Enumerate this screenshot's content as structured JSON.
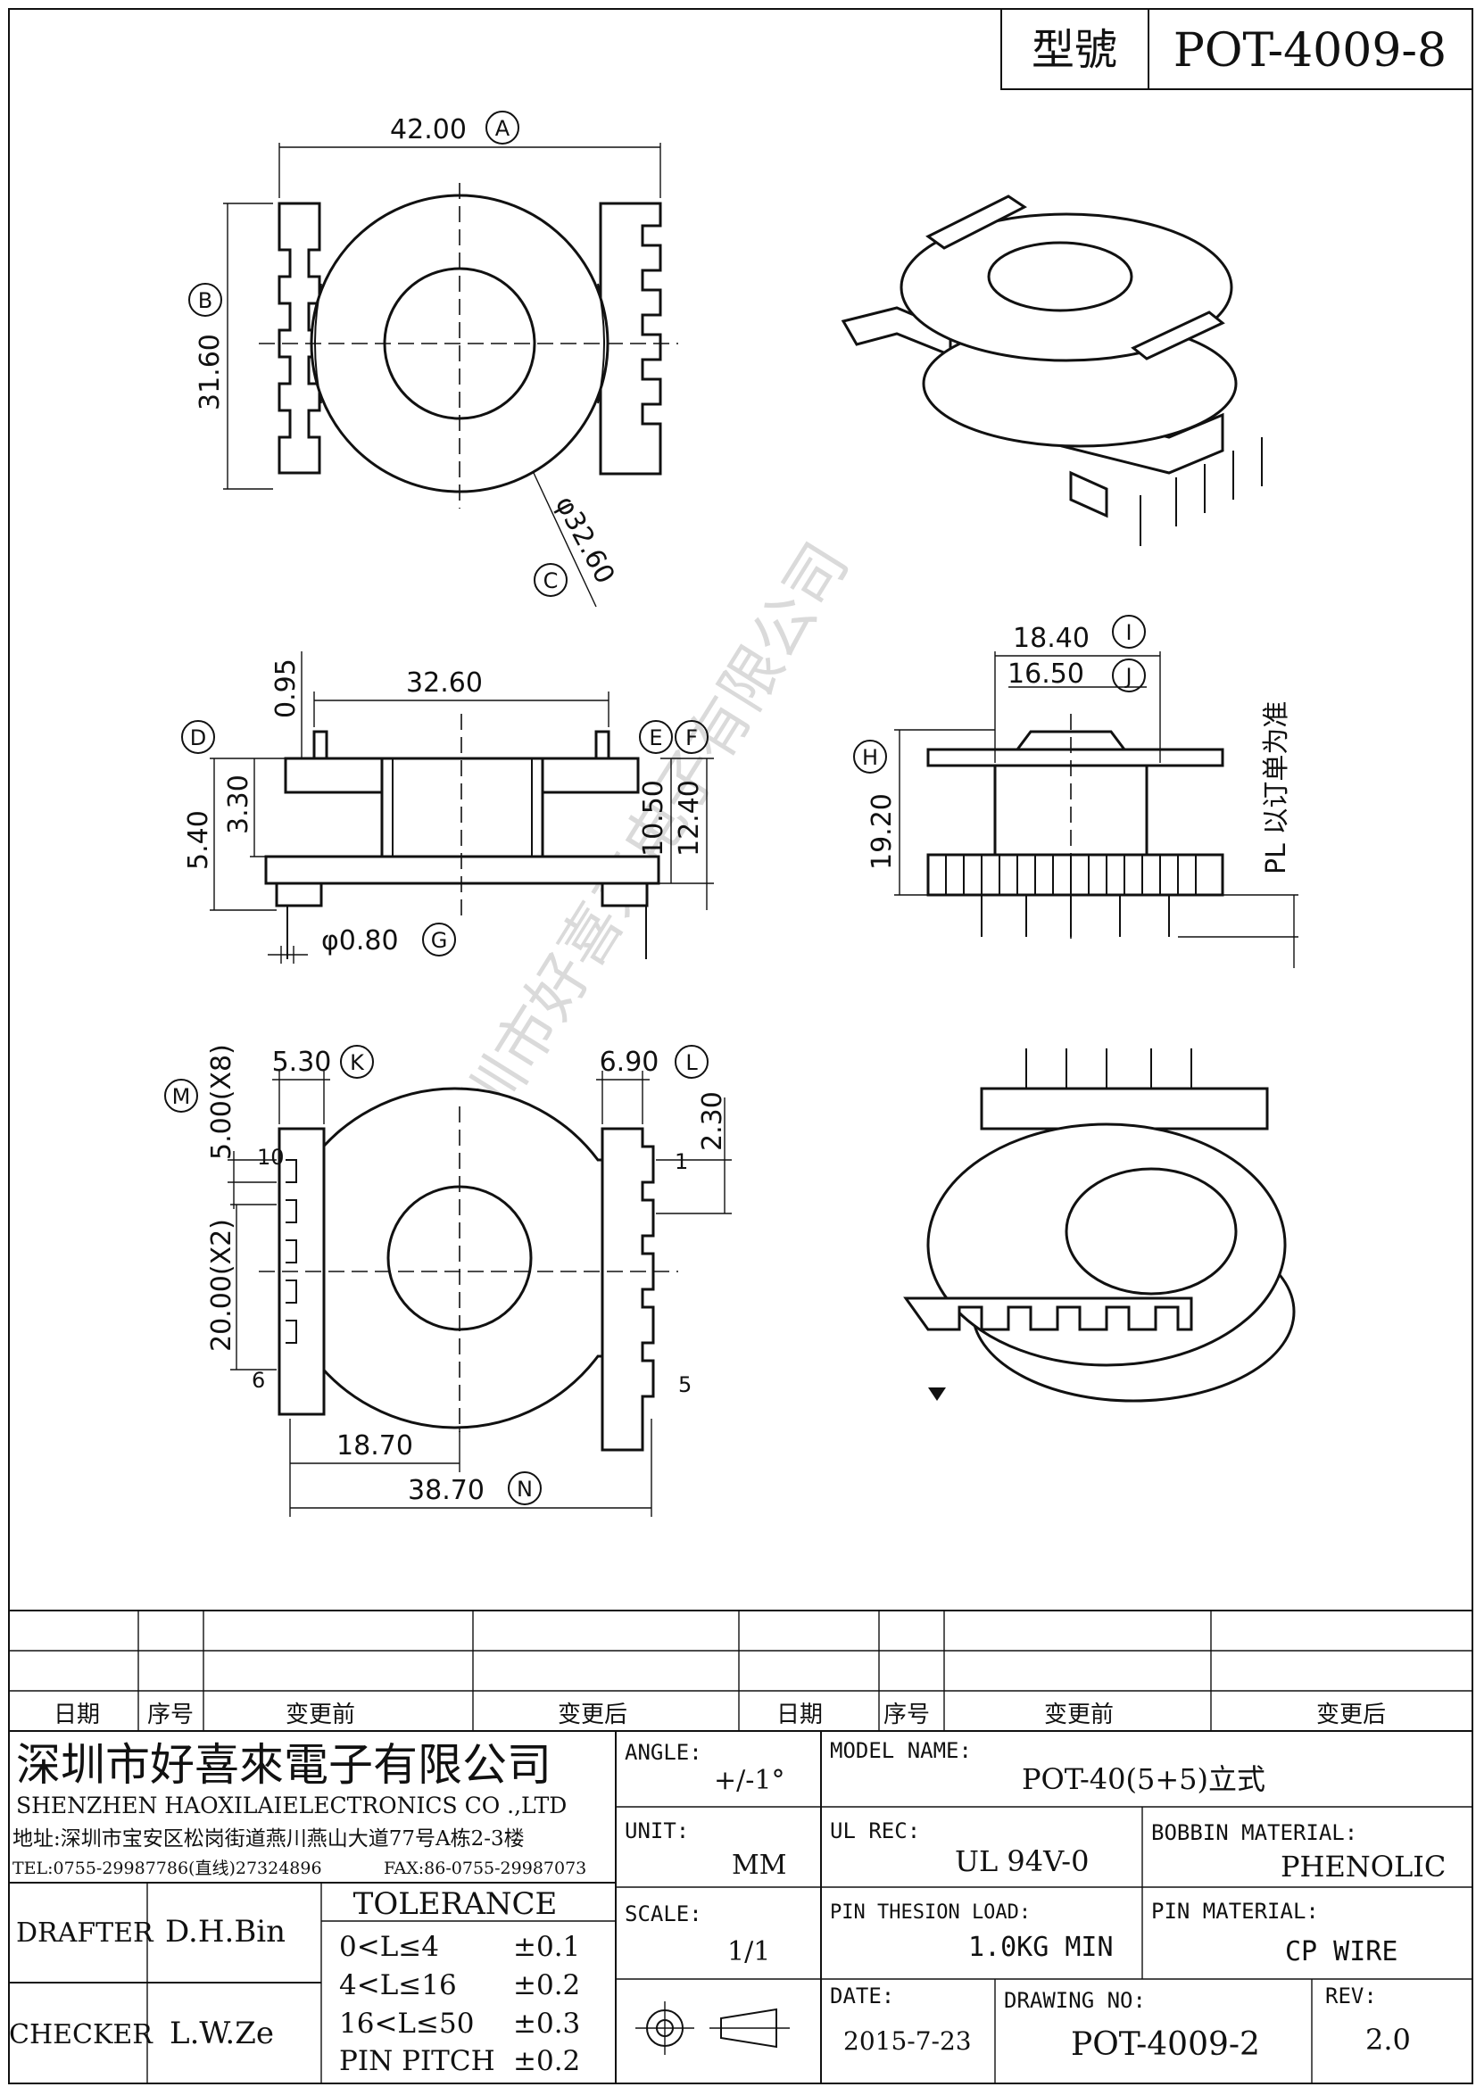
{
  "header": {
    "model_label": "型號",
    "model_value": "POT-4009-8"
  },
  "dimensions": {
    "a": "42.00",
    "a_tag": "A",
    "b": "31.60",
    "b_tag": "B",
    "c": "φ32.60",
    "c_tag": "C",
    "top_width": "32.60",
    "d_value": "0.95",
    "d_tag": "D",
    "h1": "5.40",
    "h2": "3.30",
    "e_tag": "E",
    "f_tag": "F",
    "h3": "10.50",
    "h4": "12.40",
    "g": "φ0.80",
    "g_tag": "G",
    "i": "18.40",
    "i_tag": "I",
    "j": "16.50",
    "j_tag": "J",
    "h": "19.20",
    "h_tag": "H",
    "pl_note": "PL 以订单为准",
    "k": "5.30",
    "k_tag": "K",
    "l": "6.90",
    "l_tag": "L",
    "m": "5.00(X8)",
    "m_tag": "M",
    "pitch2": "20.00(X2)",
    "l2": "2.30",
    "n1": "18.70",
    "n": "38.70",
    "n_tag": "N",
    "pin_10": "10",
    "pin_1": "1",
    "pin_6": "6",
    "pin_5": "5"
  },
  "watermark": "深圳市好喜来电子有限公司",
  "revision_table": {
    "col_date": "日期",
    "col_seq": "序号",
    "col_before": "变更前",
    "col_after": "变更后"
  },
  "company": {
    "name_cn": "深圳市好喜來電子有限公司",
    "name_en": "SHENZHEN HAOXILAIELECTRONICS CO .,LTD",
    "address": "地址:深圳市宝安区松岗街道燕川燕山大道77号A栋2-3楼",
    "tel": "TEL:0755-29987786(直线)27324896",
    "fax": "FAX:86-0755-29987073"
  },
  "signoff": {
    "drafter_label": "DRAFTER",
    "drafter": "D.H.Bin",
    "checker_label": "CHECKER",
    "checker": "L.W.Ze"
  },
  "tolerance": {
    "title": "TOLERANCE",
    "rows": [
      {
        "range": "0<L≤4",
        "tol": "±0.1"
      },
      {
        "range": "4<L≤16",
        "tol": "±0.2"
      },
      {
        "range": "16<L≤50",
        "tol": "±0.3"
      },
      {
        "range": "PIN PITCH",
        "tol": "±0.2"
      }
    ]
  },
  "specs": {
    "angle_label": "ANGLE:",
    "angle": "+/-1°",
    "unit_label": "UNIT:",
    "unit": "MM",
    "scale_label": "SCALE:",
    "scale": "1/1",
    "model_name_label": "MODEL NAME:",
    "model_name": "POT-40(5+5)立式",
    "ul_label": "UL REC:",
    "ul": "UL 94V-0",
    "bobbin_label": "BOBBIN MATERIAL:",
    "bobbin": "PHENOLIC",
    "tension_label": "PIN THESION LOAD:",
    "tension": "1.0KG MIN",
    "pin_material_label": "PIN MATERIAL:",
    "pin_material": "CP WIRE",
    "date_label": "DATE:",
    "date": "2015-7-23",
    "drawing_no_label": "DRAWING NO:",
    "drawing_no": "POT-4009-2",
    "rev_label": "REV:",
    "rev": "2.0"
  }
}
